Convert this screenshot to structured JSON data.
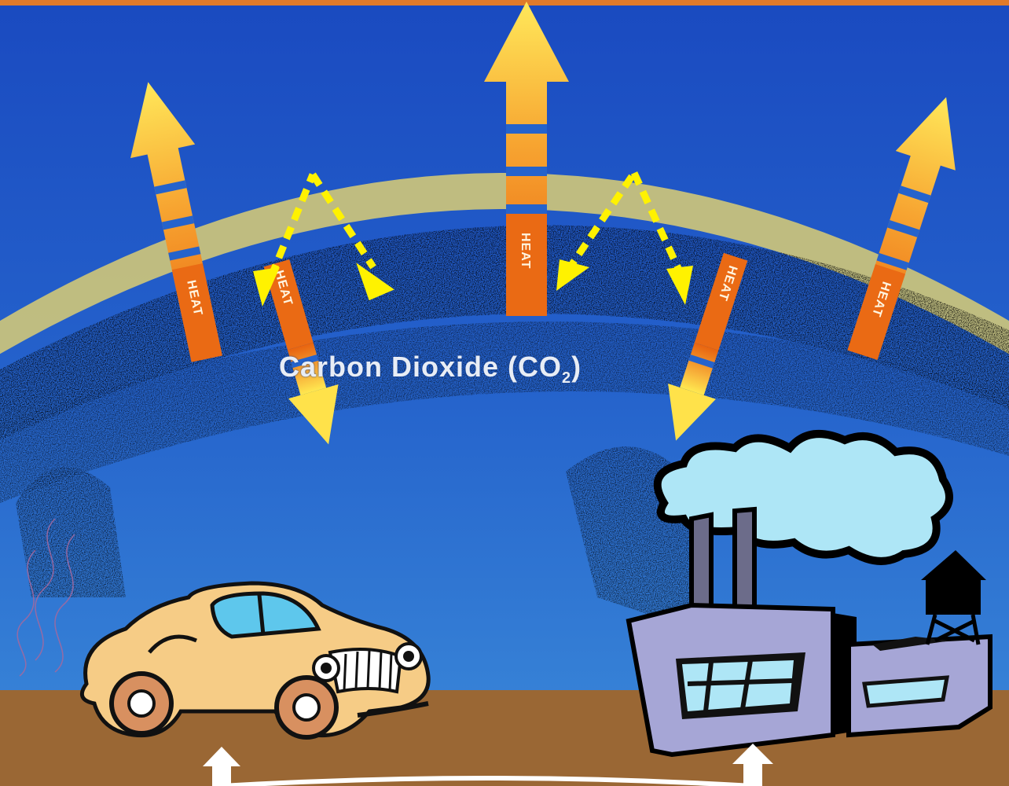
{
  "diagram": {
    "co2_label": "Carbon Dioxide (CO",
    "co2_subscript": "2",
    "co2_closing": ")",
    "heat_label": "HEAT",
    "colors": {
      "sky_top": "#1e4fbf",
      "sky_bottom": "#3a86d8",
      "ground": "#9a6734",
      "arrow_yellow": "#ffd84a",
      "arrow_orange": "#f07b17",
      "dashed_arrow": "#ffee00",
      "atmosphere_band": "#c9c27a",
      "top_border": "#e07a2a"
    },
    "icons": [
      "car-icon",
      "factory-icon",
      "cloud-icon",
      "water-tower-icon",
      "heat-waves-icon"
    ]
  }
}
